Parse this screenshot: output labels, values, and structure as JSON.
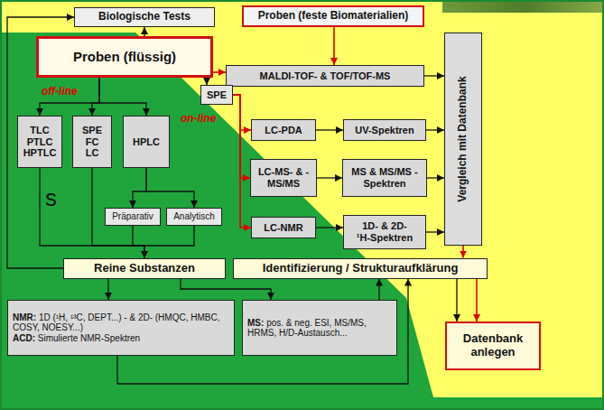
{
  "diagram": {
    "nodes": [
      {
        "text": [
          "Biologische Tests"
        ]
      },
      {
        "text": [
          "Proben (feste Biomaterialien)"
        ]
      },
      {
        "text": [
          "Proben (flüssig)"
        ]
      },
      {
        "text": [
          "MALDI-TOF- & TOF/TOF-MS"
        ]
      },
      {
        "text": [
          "Vergleich mit Datenbank"
        ]
      },
      {
        "text": [
          "SPE"
        ]
      },
      {
        "text": [
          "TLC PTLC HPTLC"
        ]
      },
      {
        "text": [
          "SPE FC LC"
        ]
      },
      {
        "text": [
          "HPLC"
        ]
      },
      {
        "text": [
          "Präparativ"
        ]
      },
      {
        "text": [
          "Analytisch"
        ]
      },
      {
        "text": [
          "LC-PDA"
        ]
      },
      {
        "text": [
          "UV-Spektren"
        ]
      },
      {
        "text": [
          "LC-MS- & -MS/MS"
        ]
      },
      {
        "text": [
          "MS & MS/MS -Spektren"
        ]
      },
      {
        "text": [
          "LC-NMR"
        ]
      },
      {
        "text": [
          "1D- & 2D- ¹H-Spektren"
        ]
      },
      {
        "text": [
          "Reine Substanzen"
        ]
      },
      {
        "text": [
          "Identifizierung / Strukturaufklärung"
        ]
      },
      {
        "text": [
          "NMR:",
          "1D (¹H, ¹³C, DEPT...) - & 2D- (HMQC, HMBC, COSY, NOESY...)",
          "ACD:",
          "Simulierte NMR-Spektren"
        ]
      },
      {
        "text": [
          "MS:",
          "pos. & neg. ESI, MS/MS, HRMS, H/D-Austausch..."
        ]
      },
      {
        "text": [
          "Datenbank anlegen"
        ]
      }
    ],
    "edges": [
      {
        "from": 2,
        "to": 0,
        "arrow": "to"
      },
      {
        "from": 17,
        "to": 0,
        "arrow": "to"
      },
      {
        "from": 1,
        "to": 3,
        "arrow": "to"
      },
      {
        "from": 2,
        "to": 3,
        "arrow": "to"
      },
      {
        "from": 3,
        "to": 4,
        "arrow": "to"
      },
      {
        "from": 2,
        "to": 6,
        "arrow": "to"
      },
      {
        "from": 2,
        "to": 7,
        "arrow": "to"
      },
      {
        "from": 2,
        "to": 8,
        "arrow": "to"
      },
      {
        "from": 2,
        "to": 5,
        "arrow": "to"
      },
      {
        "from": 5,
        "to": 11,
        "arrow": "to"
      },
      {
        "from": 5,
        "to": 13,
        "arrow": "to"
      },
      {
        "from": 5,
        "to": 15,
        "arrow": "to"
      },
      {
        "from": 8,
        "to": 9,
        "arrow": "to"
      },
      {
        "from": 8,
        "to": 10,
        "arrow": "to"
      },
      {
        "from": 6,
        "to": 17,
        "arrow": "to"
      },
      {
        "from": 7,
        "to": 17,
        "arrow": "to"
      },
      {
        "from": 9,
        "to": 17,
        "arrow": "to"
      },
      {
        "from": 10,
        "to": 17,
        "arrow": "to"
      },
      {
        "from": 11,
        "to": 12,
        "arrow": "to"
      },
      {
        "from": 13,
        "to": 14,
        "arrow": "to"
      },
      {
        "from": 15,
        "to": 16,
        "arrow": "to"
      },
      {
        "from": 12,
        "to": 4,
        "arrow": "to"
      },
      {
        "from": 14,
        "to": 4,
        "arrow": "to"
      },
      {
        "from": 16,
        "to": 4,
        "arrow": "to"
      },
      {
        "from": 4,
        "to": 18,
        "arrow": "to"
      },
      {
        "from": 18,
        "to": 21,
        "arrow": "to"
      },
      {
        "from": 18,
        "to": 21,
        "arrow": "to"
      },
      {
        "from": 17,
        "to": 19,
        "arrow": "to"
      },
      {
        "from": 17,
        "to": 20,
        "arrow": "to"
      },
      {
        "from": 19,
        "to": 18,
        "arrow": "to"
      },
      {
        "from": 20,
        "to": 18,
        "arrow": "to"
      }
    ],
    "labels": [
      "off-line",
      "on-line",
      "s"
    ]
  }
}
